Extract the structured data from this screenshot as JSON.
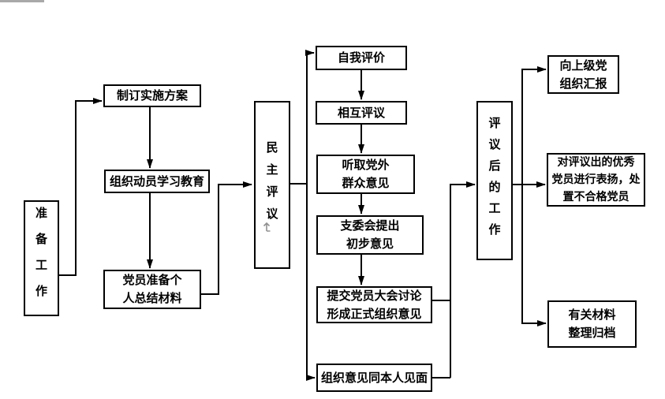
{
  "diagram_type": "flowchart",
  "colors": {
    "background": "#ffffff",
    "box_border": "#000000",
    "connector_line": "#000000",
    "text": "#000000",
    "artifact_gray": "#a9a9a9",
    "anchor_gray": "#909090"
  },
  "nodes": {
    "prepare": {
      "label": "准备工作"
    },
    "plan": {
      "label": "制订实施方案"
    },
    "mobilize": {
      "label": "组织动员学习教育"
    },
    "materials": {
      "lines": [
        "党员准备个",
        "人总结材料"
      ]
    },
    "democratic_review": {
      "label": "民主评议"
    },
    "self_evaluation": {
      "label": "自我评价"
    },
    "mutual_review": {
      "label": "相互评议"
    },
    "listen_masses": {
      "lines": [
        "听取党外",
        "群众意见"
      ]
    },
    "committee_opinion": {
      "lines": [
        "支委会提出",
        "初步意见"
      ]
    },
    "submit_assembly": {
      "lines": [
        "提交党员大会讨论",
        "形成正式组织意见"
      ]
    },
    "meet_person": {
      "label": "组织意见同本人见面"
    },
    "after_work": {
      "label": "评议后的工作"
    },
    "report_superior": {
      "lines": [
        "向上级党",
        "组织汇报"
      ]
    },
    "praise_dispose": {
      "lines": [
        "对评议出的优秀",
        "党员进行表扬，处",
        "置不合格党员"
      ]
    },
    "archive": {
      "lines": [
        "有关材料",
        "整理归档"
      ]
    }
  },
  "icons": {
    "anchor": "object-anchor"
  }
}
